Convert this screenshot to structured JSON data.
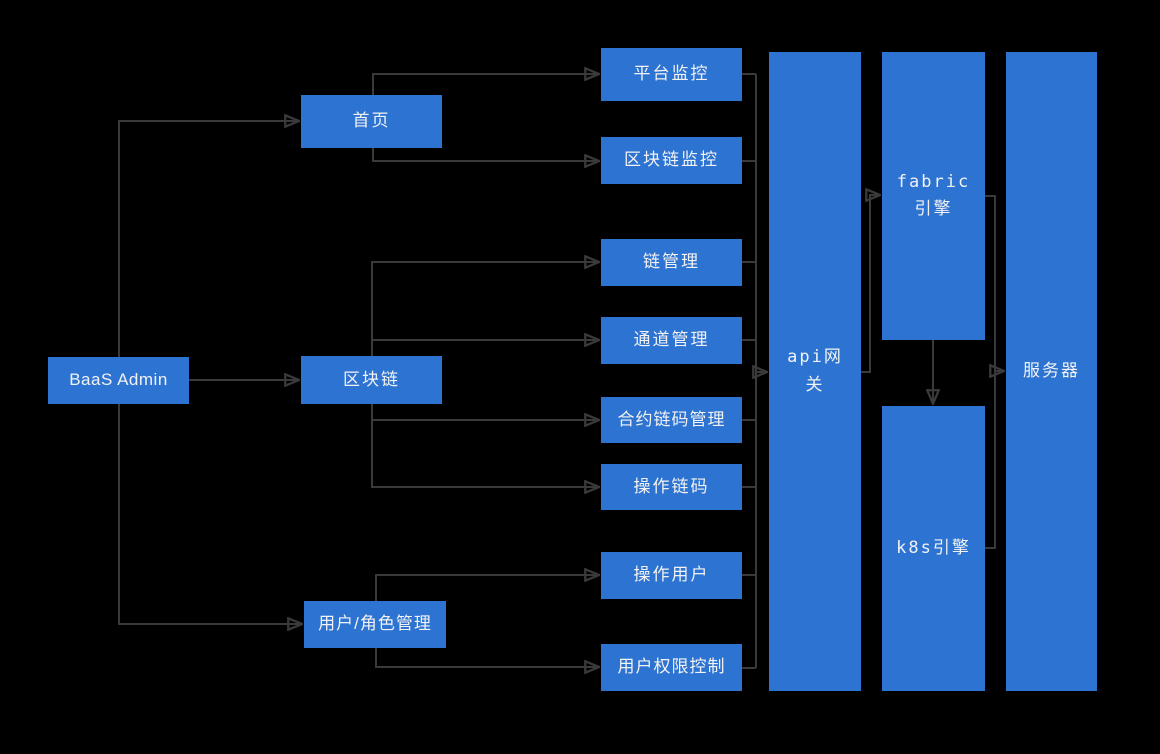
{
  "diagram": {
    "type": "flowchart-architecture",
    "colors": {
      "background": "#000000",
      "node_fill": "#2d73d2",
      "node_text": "#f2f2f2",
      "connector": "#3a3a3a"
    },
    "nodes": {
      "baas_admin": {
        "label": "BaaS Admin"
      },
      "home": {
        "label": "首页"
      },
      "blockchain": {
        "label": "区块链"
      },
      "user_role": {
        "label": "用户/角色管理"
      },
      "platform_monitor": {
        "label": "平台监控"
      },
      "blockchain_monitor": {
        "label": "区块链监控"
      },
      "chain_mgmt": {
        "label": "链管理"
      },
      "channel_mgmt": {
        "label": "通道管理"
      },
      "contract_chaincode_mgmt": {
        "label": "合约链码管理"
      },
      "operate_chaincode": {
        "label": "操作链码"
      },
      "operate_user": {
        "label": "操作用户"
      },
      "user_permission": {
        "label": "用户权限控制"
      },
      "api_gateway": {
        "label": "api网关"
      },
      "fabric_engine": {
        "label": "fabric引擎"
      },
      "k8s_engine": {
        "label": "k8s引擎"
      },
      "server": {
        "label": "服务器"
      }
    },
    "edges": [
      {
        "from": "baas_admin",
        "to": "home"
      },
      {
        "from": "baas_admin",
        "to": "blockchain"
      },
      {
        "from": "baas_admin",
        "to": "user_role"
      },
      {
        "from": "home",
        "to": "platform_monitor"
      },
      {
        "from": "home",
        "to": "blockchain_monitor"
      },
      {
        "from": "blockchain",
        "to": "chain_mgmt"
      },
      {
        "from": "blockchain",
        "to": "channel_mgmt"
      },
      {
        "from": "blockchain",
        "to": "contract_chaincode_mgmt"
      },
      {
        "from": "blockchain",
        "to": "operate_chaincode"
      },
      {
        "from": "user_role",
        "to": "operate_user"
      },
      {
        "from": "user_role",
        "to": "user_permission"
      },
      {
        "from": "platform_monitor",
        "to": "api_gateway"
      },
      {
        "from": "blockchain_monitor",
        "to": "api_gateway"
      },
      {
        "from": "chain_mgmt",
        "to": "api_gateway"
      },
      {
        "from": "channel_mgmt",
        "to": "api_gateway"
      },
      {
        "from": "contract_chaincode_mgmt",
        "to": "api_gateway"
      },
      {
        "from": "operate_chaincode",
        "to": "api_gateway"
      },
      {
        "from": "operate_user",
        "to": "api_gateway"
      },
      {
        "from": "user_permission",
        "to": "api_gateway"
      },
      {
        "from": "api_gateway",
        "to": "fabric_engine"
      },
      {
        "from": "fabric_engine",
        "to": "k8s_engine"
      },
      {
        "from": "fabric_engine",
        "to": "server"
      },
      {
        "from": "k8s_engine",
        "to": "server"
      }
    ]
  }
}
